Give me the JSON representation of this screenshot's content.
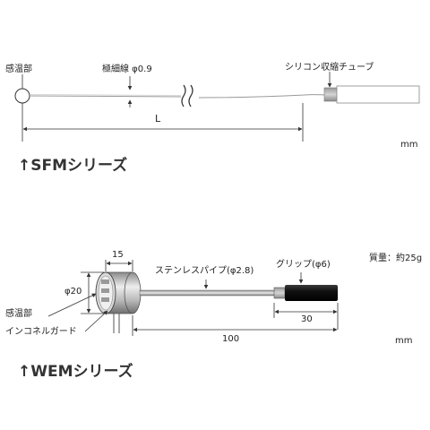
{
  "sfm": {
    "label_sensor": "感温部",
    "label_wire": "極細線 φ0.9",
    "label_tube": "シリコン収縮チューブ",
    "dim_length": "L",
    "unit": "mm",
    "title": "↑SFMシリーズ"
  },
  "wem": {
    "label_weight": "質量：約25g",
    "label_pipe": "ステンレスパイプ(φ2.8)",
    "label_grip": "グリップ(φ6)",
    "dim_width": "15",
    "dim_diameter": "φ20",
    "label_sensor": "感温部",
    "label_guard": "インコネルガード",
    "dim_grip": "30",
    "dim_total": "100",
    "unit": "mm",
    "title": "↑WEMシリーズ"
  },
  "colors": {
    "line": "#333333",
    "tube_white": "#ffffff",
    "tube_grey": "#b8b8b8",
    "grip_black": "#1a1a1a",
    "steel": "#c9c9c9"
  }
}
